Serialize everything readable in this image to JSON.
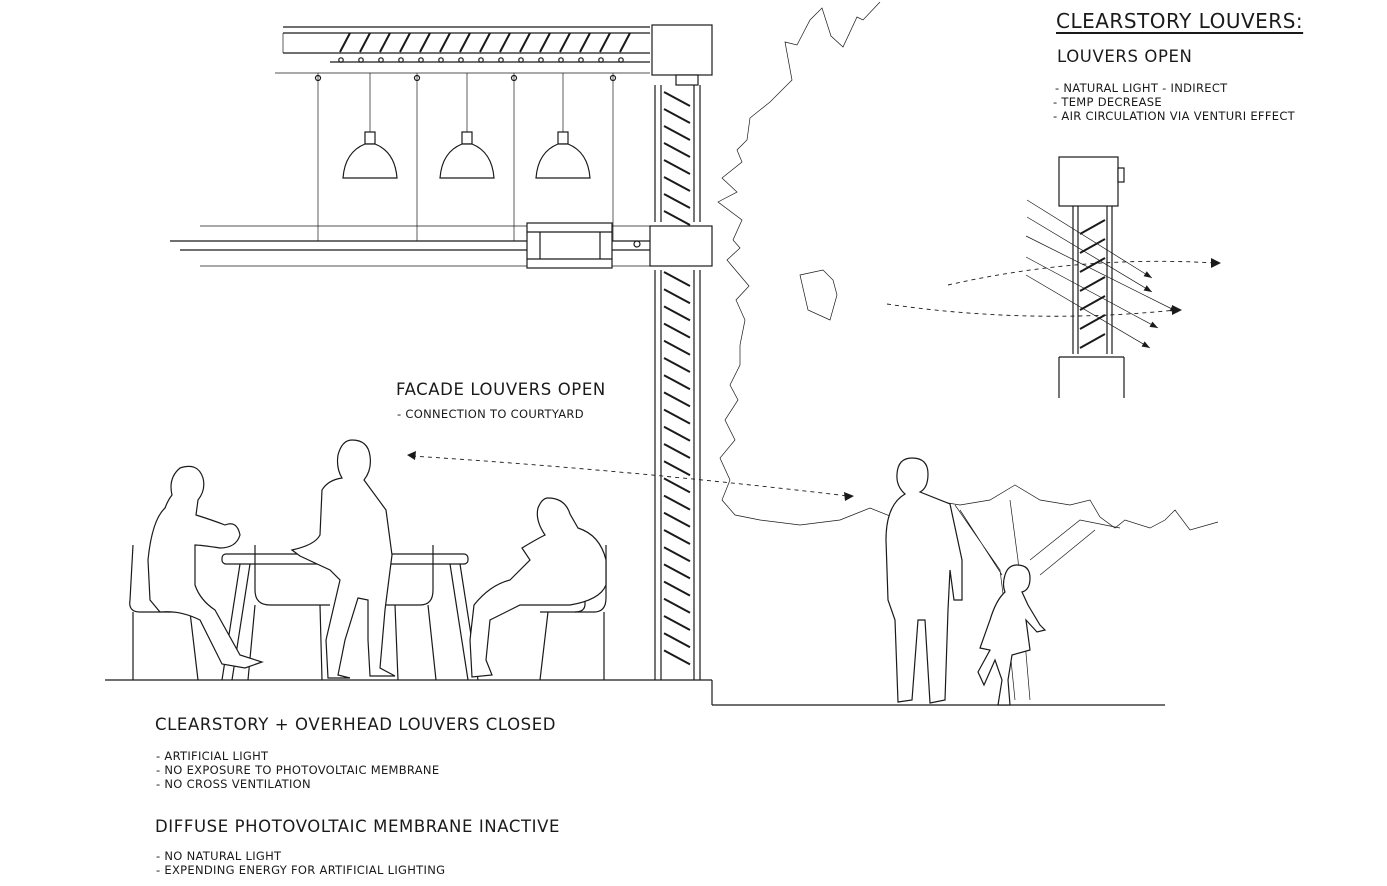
{
  "clearstory_panel": {
    "title": "CLEARSTORY LOUVERS:",
    "subtitle": "LOUVERS OPEN",
    "notes": [
      "- NATURAL LIGHT - INDIRECT",
      "- TEMP DECREASE",
      "- AIR CIRCULATION VIA VENTURI EFFECT"
    ]
  },
  "facade": {
    "title": "FACADE LOUVERS OPEN",
    "notes": [
      "- CONNECTION TO COURTYARD"
    ]
  },
  "overhead": {
    "title": "CLEARSTORY + OVERHEAD LOUVERS CLOSED",
    "notes": [
      "- ARTIFICIAL LIGHT",
      "- NO EXPOSURE TO PHOTOVOLTAIC MEMBRANE",
      "- NO CROSS VENTILATION"
    ]
  },
  "membrane": {
    "title": "DIFFUSE PHOTOVOLTAIC MEMBRANE INACTIVE",
    "notes": [
      "- NO NATURAL LIGHT",
      "- EXPENDING ENERGY FOR ARTIFICIAL LIGHTING"
    ]
  }
}
